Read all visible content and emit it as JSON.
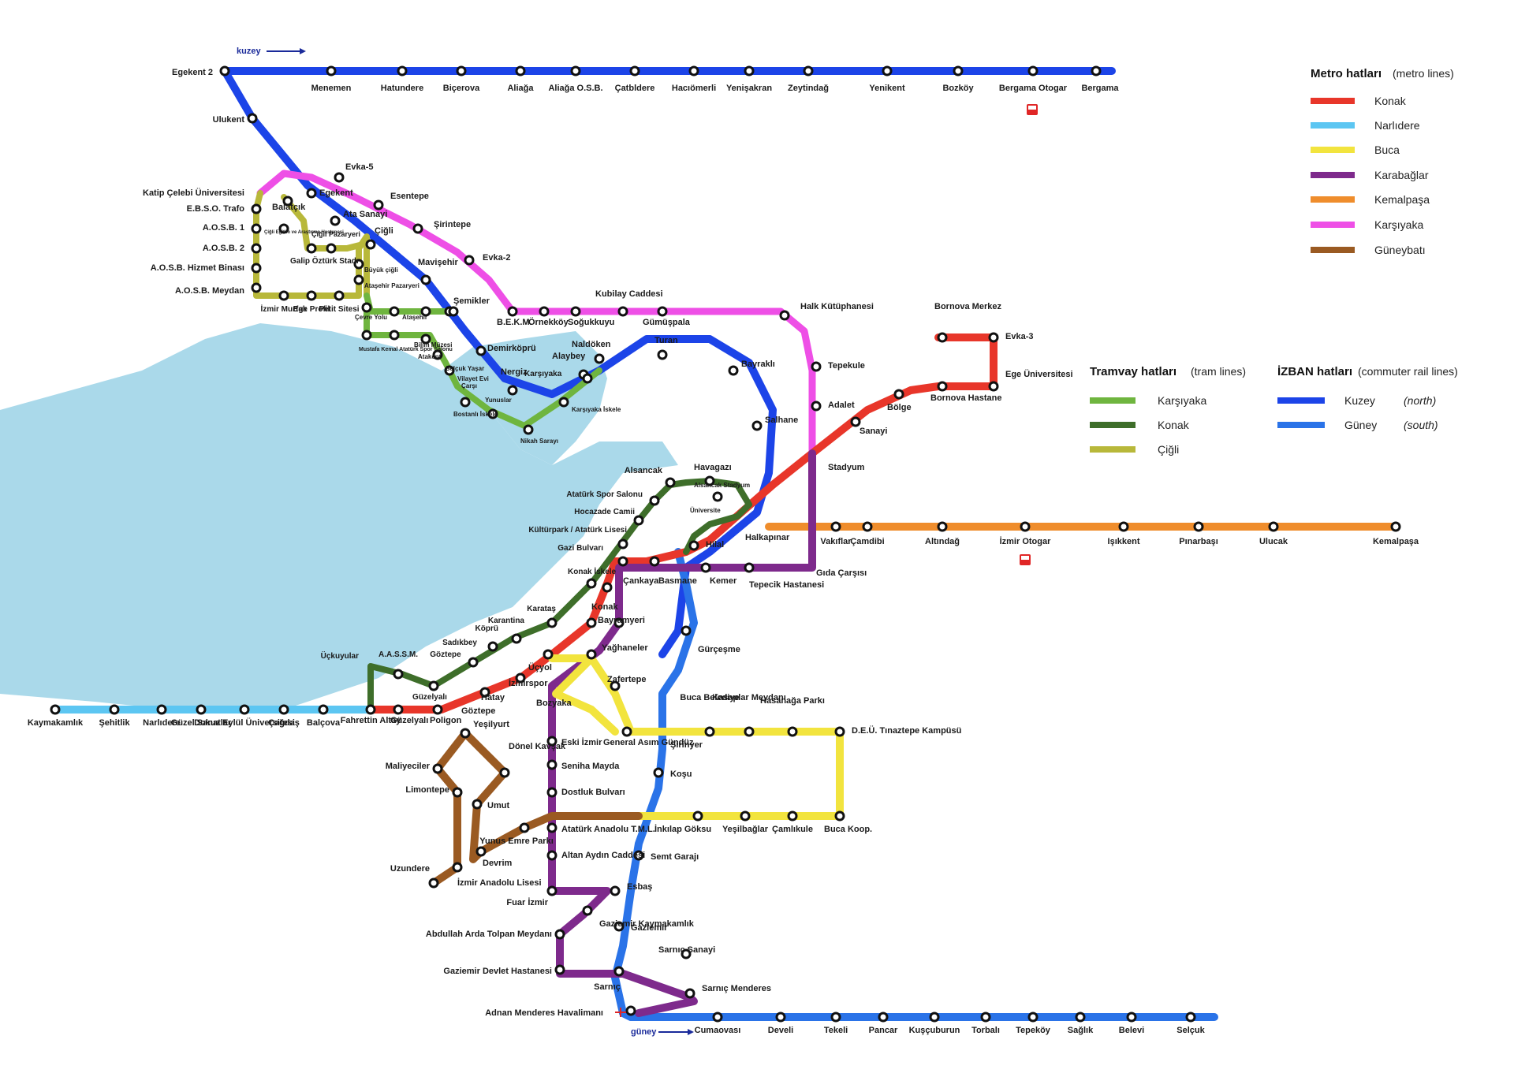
{
  "map": {
    "direction_labels": {
      "north": "kuzey",
      "south": "güney"
    },
    "legend": {
      "metro": {
        "title": "Metro hatları",
        "subtitle": "(metro lines)",
        "lines": [
          {
            "name": "Konak",
            "color": "#e8362a"
          },
          {
            "name": "Narlıdere",
            "color": "#5cc6f2"
          },
          {
            "name": "Buca",
            "color": "#f2e43e"
          },
          {
            "name": "Karabağlar",
            "color": "#7e2a8c"
          },
          {
            "name": "Kemalpaşa",
            "color": "#ef8d2c"
          },
          {
            "name": "Karşıyaka",
            "color": "#ee4fe6"
          },
          {
            "name": "Güneybatı",
            "color": "#9a5a22"
          }
        ]
      },
      "tram": {
        "title": "Tramvay hatları",
        "subtitle": "(tram lines)",
        "lines": [
          {
            "name": "Karşıyaka",
            "color": "#6fb53f"
          },
          {
            "name": "Konak",
            "color": "#3e6e2a"
          },
          {
            "name": "Çiğli",
            "color": "#b8b83a"
          }
        ]
      },
      "izban": {
        "title": "İZBAN hatları",
        "subtitle": "(commuter rail lines)",
        "lines": [
          {
            "name": "Kuzey",
            "note": "(north)",
            "color": "#1c44e8"
          },
          {
            "name": "Güney",
            "note": "(south)",
            "color": "#2a73e8"
          }
        ]
      }
    },
    "stations": [
      "Egekent 2",
      "Menemen",
      "Hatundere",
      "Biçerova",
      "Aliağa",
      "Aliağa O.S.B.",
      "Çatbldere",
      "Hacıömerli",
      "Yenişakran",
      "Zeytindağ",
      "Yenikent",
      "Bozköy",
      "Bergama Otogar",
      "Bergama",
      "Ulukent",
      "Egekent",
      "Ata Sanayi",
      "Çiğli",
      "Mavişehir",
      "Şemikler",
      "Demirköprü",
      "Nergiz",
      "Alaybey",
      "Naldöken",
      "Turan",
      "Bayraklı",
      "Salhane",
      "Halkapınar",
      "Evka-5",
      "Esentepe",
      "Şirintepe",
      "Evka-2",
      "B.E.K.M.",
      "Örnekköy",
      "Soğukkuyu",
      "Kubilay Caddesi",
      "Gümüşpala",
      "Halk Kütüphanesi",
      "Tepekule",
      "Adalet",
      "Stadyum",
      "Katip Çelebi Üniversitesi",
      "E.B.S.O. Trafo",
      "A.O.S.B. 1",
      "A.O.S.B. 2",
      "A.O.S.B. Hizmet Binası",
      "A.O.S.B. Meydan",
      "Balatçık",
      "Çiğli Eğitim ve Araştırma Hastanesi",
      "Çiğli Pazaryeri",
      "Galip Öztürk Stadı",
      "Büyük çiğli",
      "Ataşehir Pazaryeri",
      "İzmir Murfak",
      "Ege Profil",
      "Petit Sitesi",
      "Çevre Yolu",
      "Ataşehir",
      "Mustafa Kemal Atatürk Spor Salonu",
      "Bilim Müzesi",
      "Atakent",
      "Selçuk Yaşar",
      "Vilayet Evi",
      "Çarşı",
      "Bostanlı İskele",
      "Yunuslar",
      "Nikah Sarayı",
      "Karşıyaka",
      "Karşıyaka İskele",
      "Bornova Merkez",
      "Evka-3",
      "Ege Üniversitesi",
      "Bornova Hastane",
      "Bölge",
      "Sanayi",
      "Hilal",
      "Basmane",
      "Çankaya",
      "Konak",
      "Üçyol",
      "İzmirspor",
      "Hatay",
      "Göztepe",
      "Poligon",
      "Güzelyalı",
      "Fahrettin Altay",
      "Balçova",
      "Çağdaş",
      "Dokuz Eylül Üniversitesi",
      "Güzel Sanatlar",
      "Narlıdere",
      "Şehitlik",
      "Kaymakamlık",
      "Vakıflar",
      "Çamdibi",
      "Altındağ",
      "İzmir Otogar",
      "Işıkkent",
      "Pınarbaşı",
      "Ulucak",
      "Kemalpaşa",
      "Alsancak",
      "Havagazı",
      "Alsancak Stadyum",
      "Üniversite",
      "Atatürk Spor Salonu",
      "Hocazade Camii",
      "Kültürpark / Atatürk Lisesi",
      "Gazi Bulvarı",
      "Konak İskele",
      "Karataş",
      "Karantina",
      "Köprü",
      "Sadıkbey",
      "Göztepe",
      "Güzelyalı",
      "A.A.S.S.M.",
      "Üçkuyular",
      "Kemer",
      "Tepecik Hastanesi",
      "Gıda Çarşısı",
      "Bayramyeri",
      "Yağhaneler",
      "Zafertepe",
      "Bozyaka",
      "General Asım Gündüz",
      "Şirinyer",
      "Buca Belediye",
      "Kasaplar Meydanı",
      "Hasanağa Parkı",
      "D.E.Ü. Tınaztepe Kampüsü",
      "Buca Koop.",
      "Çamlıkule",
      "Yeşilbağlar",
      "Göksu",
      "İnkılap",
      "Eski İzmir",
      "Seniha Mayda",
      "Dostluk Bulvarı",
      "Atatürk Anadolu T.M.L.",
      "Altan Aydın Caddesi",
      "Yunus Emre Parkı",
      "Fuar İzmir",
      "Esbaş",
      "Gaziemir Kaymakamlık",
      "Abdullah Arda Tolpan Meydanı",
      "Gaziemir Devlet Hastanesi",
      "Sarnıç",
      "Gürçeşme",
      "Koşu",
      "Semt Garajı",
      "Gaziemir",
      "Sarnıç Sanayi",
      "Sarnıç Menderes",
      "Adnan Menderes Havalimanı",
      "Yeşilyurt",
      "Dönel Kavşak",
      "Maliyeciler",
      "Limontepe",
      "Umut",
      "Devrim",
      "Uzundere",
      "İzmir Anadolu Lisesi",
      "Cumaovası",
      "Develi",
      "Tekeli",
      "Pancar",
      "Kuşçuburun",
      "Torbalı",
      "Tepeköy",
      "Sağlık",
      "Belevi",
      "Selçuk"
    ]
  }
}
